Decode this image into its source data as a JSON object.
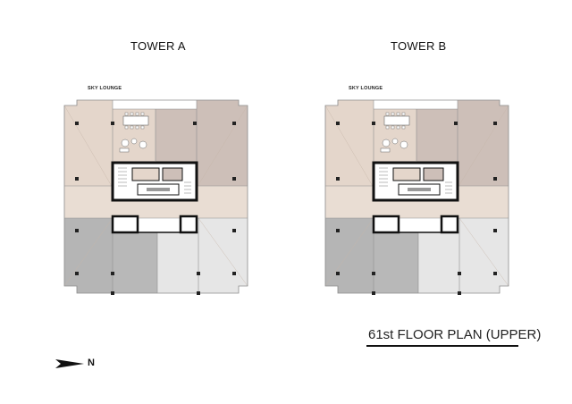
{
  "towers": [
    {
      "title": "TOWER A",
      "lounge_label": "SKY LOUNGE"
    },
    {
      "title": "TOWER B",
      "lounge_label": "SKY LOUNGE"
    }
  ],
  "plan_title": "61st FLOOR PLAN (UPPER)",
  "north_label": "N",
  "colors": {
    "beige": "#e4d6cb",
    "mauve": "#cdbfb8",
    "dark_grey": "#b5b5b5",
    "light_grey": "#e6e6e6",
    "core_outline": "#111111"
  }
}
